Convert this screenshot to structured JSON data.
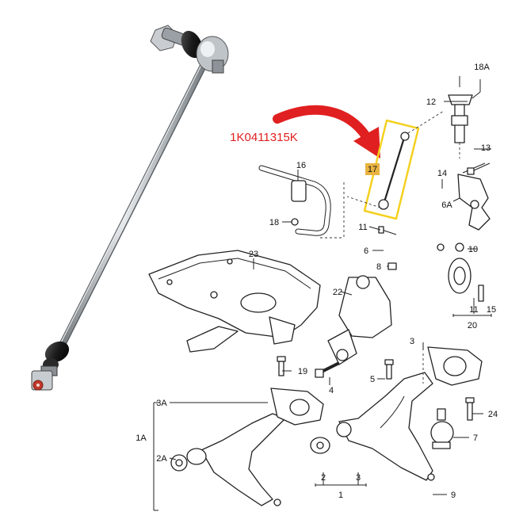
{
  "part_number": "1K0411315K",
  "callout_highlight": "17",
  "colors": {
    "accent_red": "#e02020",
    "highlight_yellow": "#f5d020",
    "callout_fill": "#e8b340",
    "line": "#222222",
    "chrome": "#b9bec3"
  },
  "labels": {
    "l18a": "18A",
    "l12": "12",
    "l13": "13",
    "l14": "14",
    "l16": "16",
    "l6a": "6A",
    "l18": "18",
    "l11": "11",
    "l6": "6",
    "l10": "10",
    "l8": "8",
    "l23": "23",
    "l22": "22",
    "l11b": "11",
    "l15": "15",
    "l20": "20",
    "l3": "3",
    "l19": "19",
    "l4": "4",
    "l5": "5",
    "l24": "24",
    "l3a": "3A",
    "l1a": "1A",
    "l7": "7",
    "l2a": "2A",
    "l2": "2",
    "l3b": "3",
    "l1": "1",
    "l9": "9"
  }
}
